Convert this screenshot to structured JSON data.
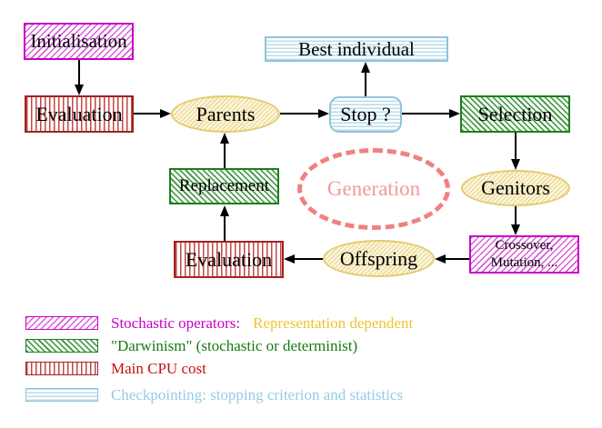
{
  "diagram": {
    "nodes": {
      "initialisation": {
        "label": "Initialisation"
      },
      "evaluation_top": {
        "label": "Evaluation"
      },
      "parents": {
        "label": "Parents"
      },
      "best_individual": {
        "label": "Best individual"
      },
      "stop": {
        "label": "Stop ?"
      },
      "selection": {
        "label": "Selection"
      },
      "genitors": {
        "label": "Genitors"
      },
      "crossover_mutation": {
        "line1": "Crossover,",
        "line2": "Mutation, ..."
      },
      "offspring": {
        "label": "Offspring"
      },
      "evaluation_bottom": {
        "label": "Evaluation"
      },
      "replacement": {
        "label": "Replacement"
      },
      "generation": {
        "label": "Generation"
      }
    }
  },
  "legend": {
    "items": [
      {
        "swatch": "magenta-diagonal-hatch",
        "label": "Stochastic operators:",
        "label2": "Representation dependent"
      },
      {
        "swatch": "green-diagonal-hatch",
        "label": "\"Darwinism\" (stochastic or determinist)"
      },
      {
        "swatch": "red-vertical-stripes",
        "label": "Main CPU cost"
      },
      {
        "swatch": "cyan-horizontal-stripes",
        "label": "Checkpointing: stopping criterion and statistics"
      }
    ]
  },
  "colors": {
    "magenta": "#C800C8",
    "green_border": "#1A801A",
    "red_border": "#A32222",
    "red_stripe": "#C24747",
    "cyan_border": "#8FC3DC",
    "cyan_stripe": "#B8DCEA",
    "yellow_border": "#E2CC70",
    "yellow_fill": "#FCF7E0",
    "generation_pink": "#EF8181",
    "legend_gold_text": "#EFC430",
    "legend_green_text": "#167A16",
    "legend_red_text": "#C31212",
    "legend_blue_text": "#96CAE6",
    "arrow": "#000000"
  }
}
